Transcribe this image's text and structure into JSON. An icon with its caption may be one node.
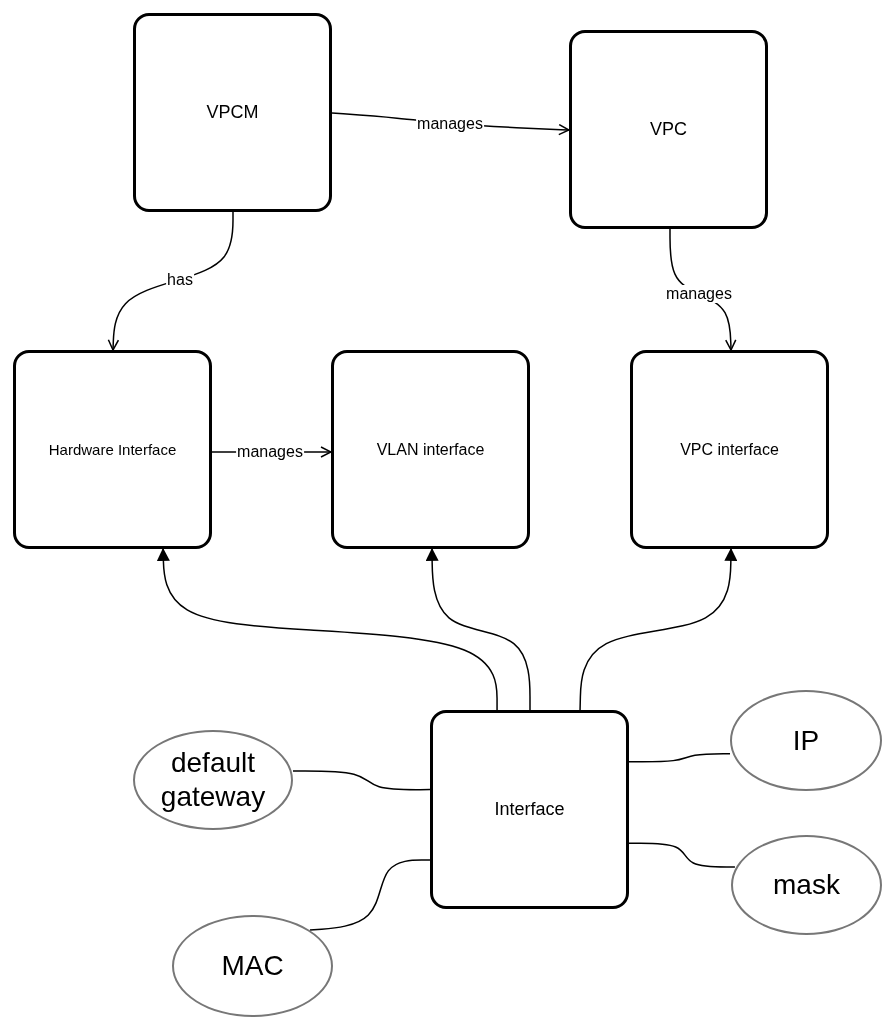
{
  "diagram": {
    "nodes": [
      {
        "text": [
          "VPCM"
        ]
      },
      {
        "text": [
          "VPC"
        ]
      },
      {
        "text": [
          "Hardware Interface"
        ]
      },
      {
        "text": [
          "VLAN interface"
        ]
      },
      {
        "text": [
          "VPC interface"
        ]
      },
      {
        "text": [
          "Interface"
        ]
      },
      {
        "text": [
          "default gateway"
        ]
      },
      {
        "text": [
          "IP"
        ]
      },
      {
        "text": [
          "mask"
        ]
      },
      {
        "text": [
          "MAC"
        ]
      }
    ],
    "edges": [
      {
        "from": 0,
        "to": 1,
        "arrow": "to",
        "label": "manages"
      },
      {
        "from": 0,
        "to": 2,
        "arrow": "to",
        "label": "has"
      },
      {
        "from": 1,
        "to": 4,
        "arrow": "to",
        "label": "manages"
      },
      {
        "from": 2,
        "to": 3,
        "arrow": "to",
        "label": "manages"
      },
      {
        "from": 5,
        "to": 2,
        "arrow": "to"
      },
      {
        "from": 5,
        "to": 3,
        "arrow": "to"
      },
      {
        "from": 5,
        "to": 4,
        "arrow": "to"
      },
      {
        "from": 6,
        "to": 5,
        "arrow": "none"
      },
      {
        "from": 7,
        "to": 5,
        "arrow": "none"
      },
      {
        "from": 8,
        "to": 5,
        "arrow": "none"
      },
      {
        "from": 9,
        "to": 5,
        "arrow": "none"
      }
    ]
  }
}
